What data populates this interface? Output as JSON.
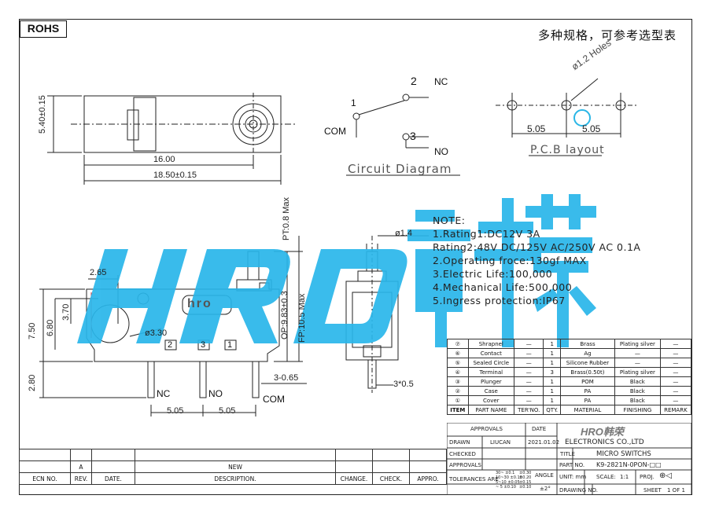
{
  "header": {
    "rohs": "ROHS",
    "note_cn": "多种规格，可参考选型表"
  },
  "top_view": {
    "dim_height": "5.40±0.15",
    "dim_16": "16.00",
    "dim_18": "18.50±0.15"
  },
  "circuit": {
    "title": "Circuit Diagram",
    "pin1": "1",
    "pin2": "2",
    "pin3": "3",
    "nc": "NC",
    "com": "COM",
    "no": "NO"
  },
  "pcb": {
    "title": "P.C.B layout",
    "holes": "ø1.2 Holes",
    "pitch_left": "5.05",
    "pitch_right": "5.05"
  },
  "front_view": {
    "pt": "PT:0.8 Max",
    "op": "OP:9.83±0.3",
    "fp": "FP:10.5 Max",
    "dim_265": "2.65",
    "dim_370": "3.70",
    "dim_680": "6.80",
    "dim_750": "7.50",
    "dim_280": "2.80",
    "dim_hole": "ø3.30",
    "pin_labels": [
      "2",
      "3",
      "1"
    ],
    "logo": "hro",
    "dim_3065": "3-0.65",
    "pitch_left": "5.05",
    "pitch_right": "5.05",
    "lead_nc": "NC",
    "lead_no": "NO",
    "lead_com": "COM"
  },
  "side_view": {
    "dim_plunger": "ø1.4",
    "dim_lead": "3*0.5"
  },
  "notes": {
    "title": "NOTE:",
    "lines": [
      "1.Rating1:DC12V 3A",
      "Rating2:48V DC/125V AC/250V AC 0.1A",
      "2.Operating froce:130gf MAX",
      "3.Electric Life:100,000",
      "4.Mechanical Life:500,000",
      "5.Ingress protection:IP67"
    ]
  },
  "watermark": {
    "text": "HRO韩荣"
  },
  "bom": {
    "rows": [
      {
        "no": "⑦",
        "name": "Shrapnel",
        "ter": "—",
        "qty": "1",
        "material": "Brass",
        "finish": "Plating silver",
        "remark": "—"
      },
      {
        "no": "⑥",
        "name": "Contact",
        "ter": "—",
        "qty": "1",
        "material": "Ag",
        "finish": "—",
        "remark": "—"
      },
      {
        "no": "⑤",
        "name": "Sealed Circle",
        "ter": "—",
        "qty": "1",
        "material": "Silicone Rubber",
        "finish": "—",
        "remark": "—"
      },
      {
        "no": "④",
        "name": "Terminal",
        "ter": "—",
        "qty": "3",
        "material": "Brass(0.50t)",
        "finish": "Plating silver",
        "remark": "—"
      },
      {
        "no": "③",
        "name": "Plunger",
        "ter": "—",
        "qty": "1",
        "material": "POM",
        "finish": "Black",
        "remark": "—"
      },
      {
        "no": "②",
        "name": "Case",
        "ter": "—",
        "qty": "1",
        "material": "PA",
        "finish": "Black",
        "remark": "—"
      },
      {
        "no": "①",
        "name": "Cover",
        "ter": "—",
        "qty": "1",
        "material": "PA",
        "finish": "Black",
        "remark": "—"
      }
    ],
    "headers": {
      "no": "ITEM",
      "name": "PART NAME",
      "ter": "TER'NO.",
      "qty": "QTY.",
      "material": "MATERIAL",
      "finish": "FINISHING",
      "remark": "REMARK"
    }
  },
  "title_block": {
    "approvals": "APPROVALS",
    "date": "DATE",
    "company_logo": "HRO韩荣",
    "company": "ELECTRONICS CO.,LTD",
    "drawn": "DRAWN",
    "drawn_by": "LIUCAN",
    "drawn_date": "2021.01.02",
    "checked": "CHECKED",
    "title_label": "TITLE",
    "title": "MICRO SWITCHS",
    "approvals2": "APPROVALS",
    "part_no_label": "PART NO.",
    "part_no": "K9-2821N-0PON-□□",
    "tolerances": "TOLERANCES ARE",
    "tol_rows": [
      "30~ ±0.1",
      "10~30 ±0.10",
      "5~10 ±0.05",
      "~ 5 ±0.10"
    ],
    "tol_rows_b": [
      "±0.30",
      "±0.20",
      "±0.15",
      "±0.10"
    ],
    "angle": "ANGLE",
    "angle_val": "±2°",
    "unit": "UNIT: mm",
    "scale": "SCALE:",
    "scale_val": "1:1",
    "proj": "PROJ.",
    "drawing_no": "DRAWING NO.",
    "sheet": "SHEET",
    "sheet_val": "1 OF 1"
  },
  "revision": {
    "row_a": {
      "rev": "A",
      "desc": "NEW"
    },
    "headers": {
      "ecn": "ECN NO.",
      "rev": "REV.",
      "date": "DATE.",
      "desc": "DESCRIPTION.",
      "change": "CHANGE.",
      "check": "CHECK.",
      "appro": "APPRO."
    }
  }
}
